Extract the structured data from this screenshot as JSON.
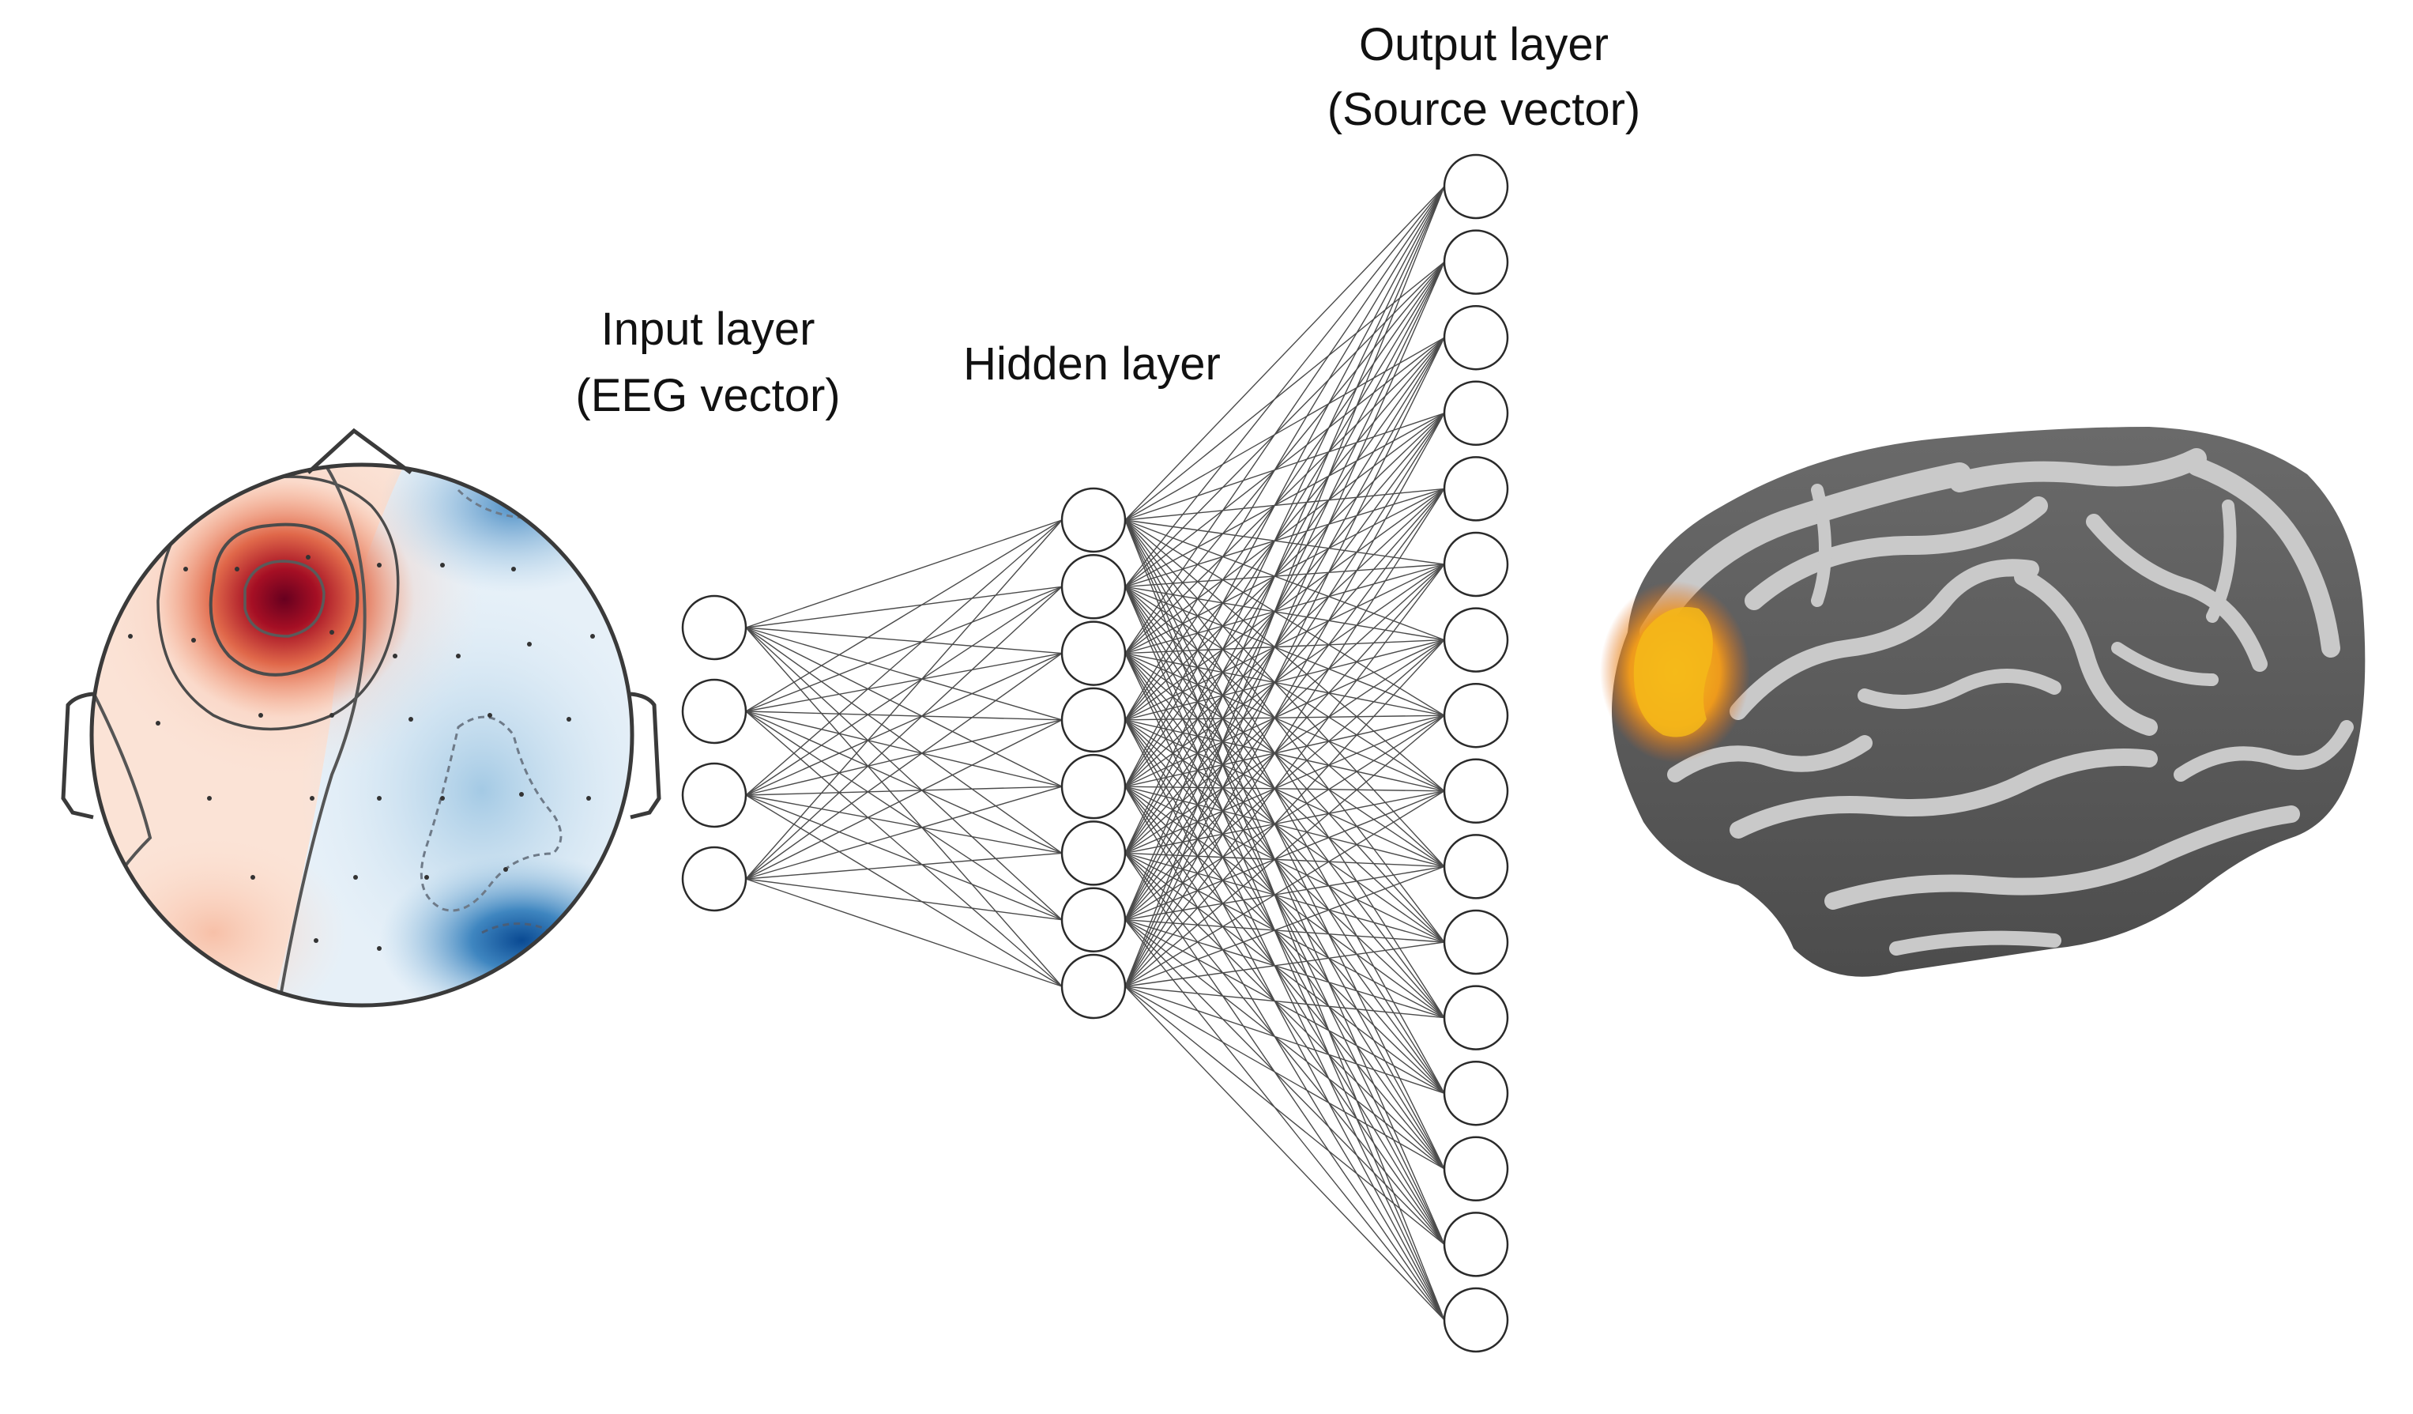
{
  "labels": {
    "input_title": "Input layer",
    "input_sub": "(EEG vector)",
    "hidden_title": "Hidden layer",
    "output_title": "Output layer",
    "output_sub": "(Source vector)"
  },
  "network": {
    "input_nodes": 4,
    "hidden_nodes": 8,
    "output_nodes": 16
  },
  "colors": {
    "node_stroke": "#2a2a2a",
    "edge": "#4a4a4a",
    "topo_red": "#a50f24",
    "topo_blue": "#1f5fa8",
    "brain_gray": "#5c5c5c",
    "brain_light": "#c9c9c9",
    "activation": "#f2b81a"
  }
}
